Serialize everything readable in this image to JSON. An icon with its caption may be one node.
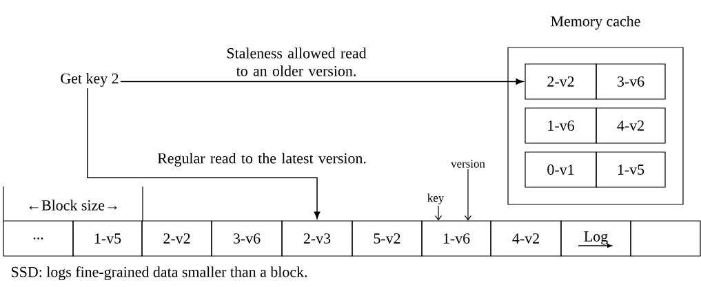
{
  "diagram": {
    "caption": "SSD: logs fine-grained data smaller than a block.",
    "nodes": [
      {
        "text": [
          "Get key 2"
        ]
      },
      {
        "text": [
          "Memory cache"
        ]
      },
      {
        "text": [
          "2-v2"
        ],
        "in": 1
      },
      {
        "text": [
          "3-v6"
        ],
        "in": 1
      },
      {
        "text": [
          "1-v6"
        ],
        "in": 1
      },
      {
        "text": [
          "4-v2"
        ],
        "in": 1
      },
      {
        "text": [
          "0-v1"
        ],
        "in": 1
      },
      {
        "text": [
          "1-v5"
        ],
        "in": 1
      },
      {
        "text": [
          "..."
        ]
      },
      {
        "text": [
          "1-v5"
        ]
      },
      {
        "text": [
          "2-v2"
        ]
      },
      {
        "text": [
          "3-v6"
        ]
      },
      {
        "text": [
          "2-v3"
        ]
      },
      {
        "text": [
          "5-v2"
        ]
      },
      {
        "text": [
          "1-v6"
        ]
      },
      {
        "text": [
          "4-v2"
        ]
      },
      {
        "text": [
          "Log"
        ]
      },
      {
        "text": [],
        "shape": "box"
      },
      {
        "text": [
          "version"
        ]
      },
      {
        "text": [
          "key"
        ]
      }
    ],
    "edges": [
      {
        "from": 0,
        "to": 2,
        "arrow": "to",
        "label": "Staleness allowed read to an older version."
      },
      {
        "from": 0,
        "to": 12,
        "arrow": "to",
        "label": "Regular read to the latest version."
      },
      {
        "from": 18,
        "to": 14,
        "arrow": "to"
      },
      {
        "from": 19,
        "to": 14,
        "arrow": "to"
      }
    ],
    "labels": [
      "←Block size→"
    ]
  }
}
